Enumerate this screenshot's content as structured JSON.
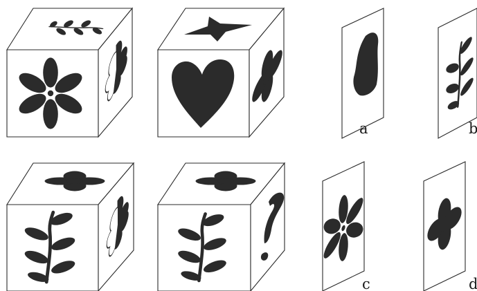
{
  "options": [
    {
      "id": "a",
      "label": "a"
    },
    {
      "id": "b",
      "label": "b"
    },
    {
      "id": "c",
      "label": "c"
    },
    {
      "id": "d",
      "label": "d"
    }
  ],
  "cubes": [
    {
      "id": "cube-1",
      "front": "flower",
      "top": "vine",
      "side": "outline-flower"
    },
    {
      "id": "cube-2",
      "front": "heart",
      "top": "star",
      "side": "flower"
    },
    {
      "id": "cube-3",
      "front": "vine",
      "top": "four-leaf",
      "side": "outline-flower"
    },
    {
      "id": "cube-4",
      "front": "vine",
      "top": "four-leaf",
      "side": "question-mark"
    }
  ],
  "colors": {
    "ink": "#2b2b2b",
    "background": "#ffffff"
  }
}
